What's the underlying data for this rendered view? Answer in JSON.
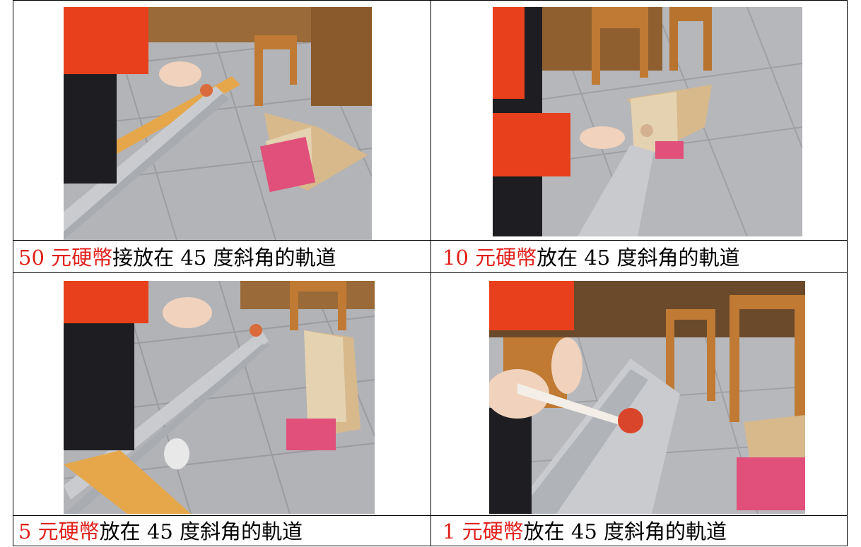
{
  "cells": [
    {
      "highlight": "50 元硬幣",
      "rest": "接放在 45 度斜角的軌道"
    },
    {
      "highlight": "10 元硬幣",
      "rest": "放在 45 度斜角的軌道"
    },
    {
      "highlight": "5 元硬幣",
      "rest": "放在 45 度斜角的軌道"
    },
    {
      "highlight": "1 元硬幣",
      "rest": "放在 45 度斜角的軌道"
    }
  ],
  "colors": {
    "highlight": "#e0201b",
    "jacket": "#e8401c",
    "ruler": "#b9bcc0",
    "floor": "#b4b5b8",
    "stand": "#e0507a",
    "board": "#d8b98c"
  }
}
